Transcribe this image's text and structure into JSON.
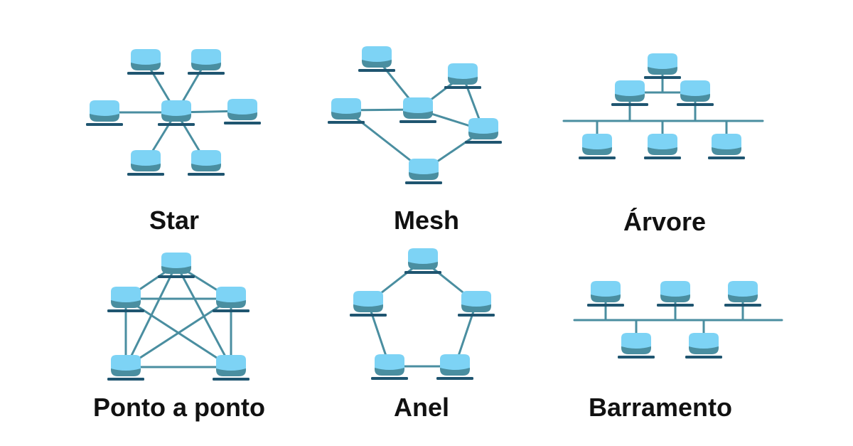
{
  "colors": {
    "link": "#4A8EA0",
    "node_top": "#7DD3F5",
    "node_body": "#4A8EA0",
    "node_base": "#1F5570",
    "label": "#111111"
  },
  "node_icon": "computer-node-icon",
  "topologies": [
    {
      "id": "star",
      "label": "Star",
      "kind": "star",
      "node_count": 7
    },
    {
      "id": "mesh",
      "label": "Mesh",
      "kind": "partial-mesh",
      "node_count": 6
    },
    {
      "id": "arvore",
      "label": "Árvore",
      "kind": "tree",
      "node_count": 6
    },
    {
      "id": "ponto-a-ponto",
      "label": "Ponto a ponto",
      "kind": "full-mesh",
      "node_count": 5
    },
    {
      "id": "anel",
      "label": "Anel",
      "kind": "ring",
      "node_count": 5
    },
    {
      "id": "barramento",
      "label": "Barramento",
      "kind": "bus",
      "node_count": 5
    }
  ]
}
